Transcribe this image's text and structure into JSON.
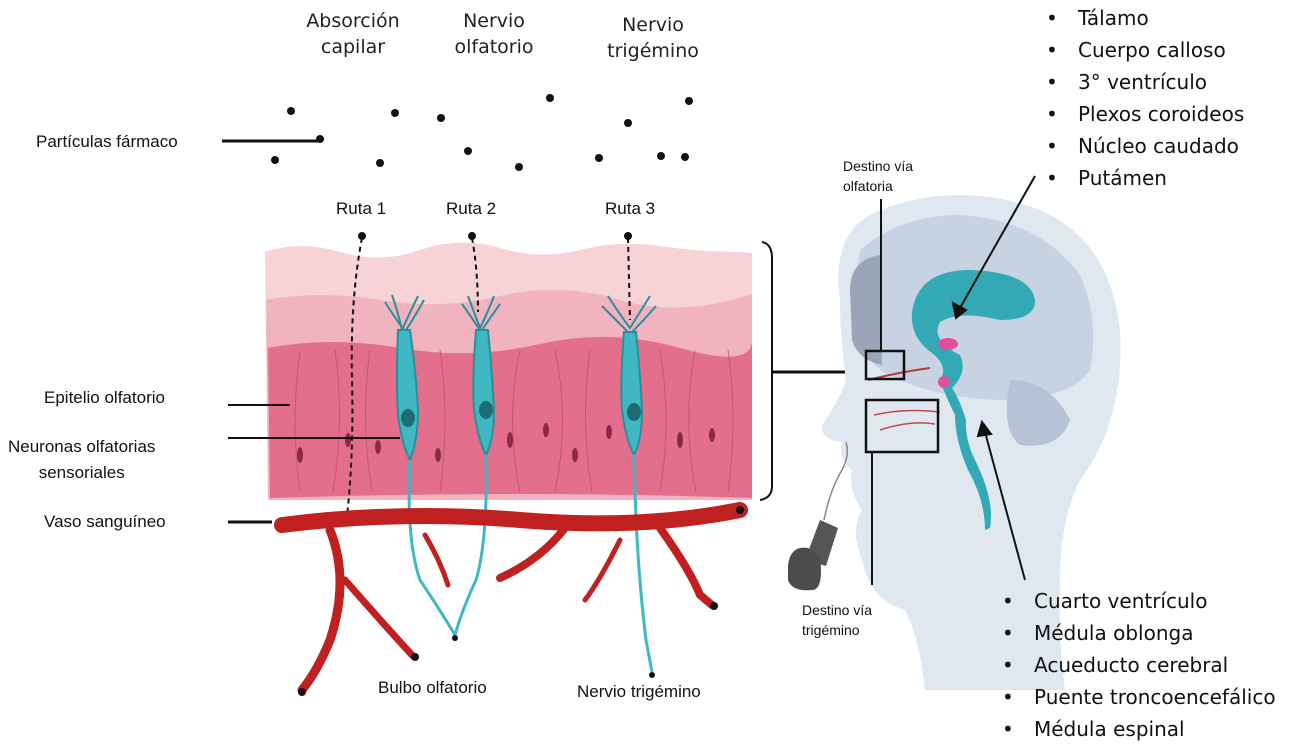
{
  "top_labels": {
    "absorcion_line1": "Absorción",
    "absorcion_line2": "capilar",
    "nervio_olf_line1": "Nervio",
    "nervio_olf_line2": "olfatorio",
    "nervio_trig_line1": "Nervio",
    "nervio_trig_line2": "trigémino"
  },
  "left_labels": {
    "particulas": "Partículas fármaco",
    "epitelio": "Epitelio olfatorio",
    "neuronas_line1": "Neuronas olfatorias",
    "neuronas_line2": "sensoriales",
    "vaso": "Vaso sanguíneo"
  },
  "routes": [
    "Ruta 1",
    "Ruta 2",
    "Ruta 3"
  ],
  "bottom_labels": {
    "bulbo": "Bulbo olfatorio",
    "nervio_trigemino": "Nervio trigémino"
  },
  "brain_labels": {
    "destino_olf_line1": "Destino vía",
    "destino_olf_line2": "olfatoria",
    "destino_trig_line1": "Destino vía",
    "destino_trig_line2": "trigémino"
  },
  "olfactory_targets": [
    "Tálamo",
    "Cuerpo calloso",
    "3° ventrículo",
    "Plexos coroideos",
    "Núcleo caudado",
    "Putámen"
  ],
  "trigeminal_targets": [
    "Cuarto ventrículo",
    "Médula oblonga",
    "Acueducto cerebral",
    "Puente troncoencefálico",
    "Médula espinal"
  ],
  "colors": {
    "epithelium": "#e46f8c",
    "mucus": "#f4c4cc",
    "neuron": "#3fb8c4",
    "vessel": "#c0201f",
    "ventricle": "#34a9b6",
    "head": "#dfe7f1"
  }
}
